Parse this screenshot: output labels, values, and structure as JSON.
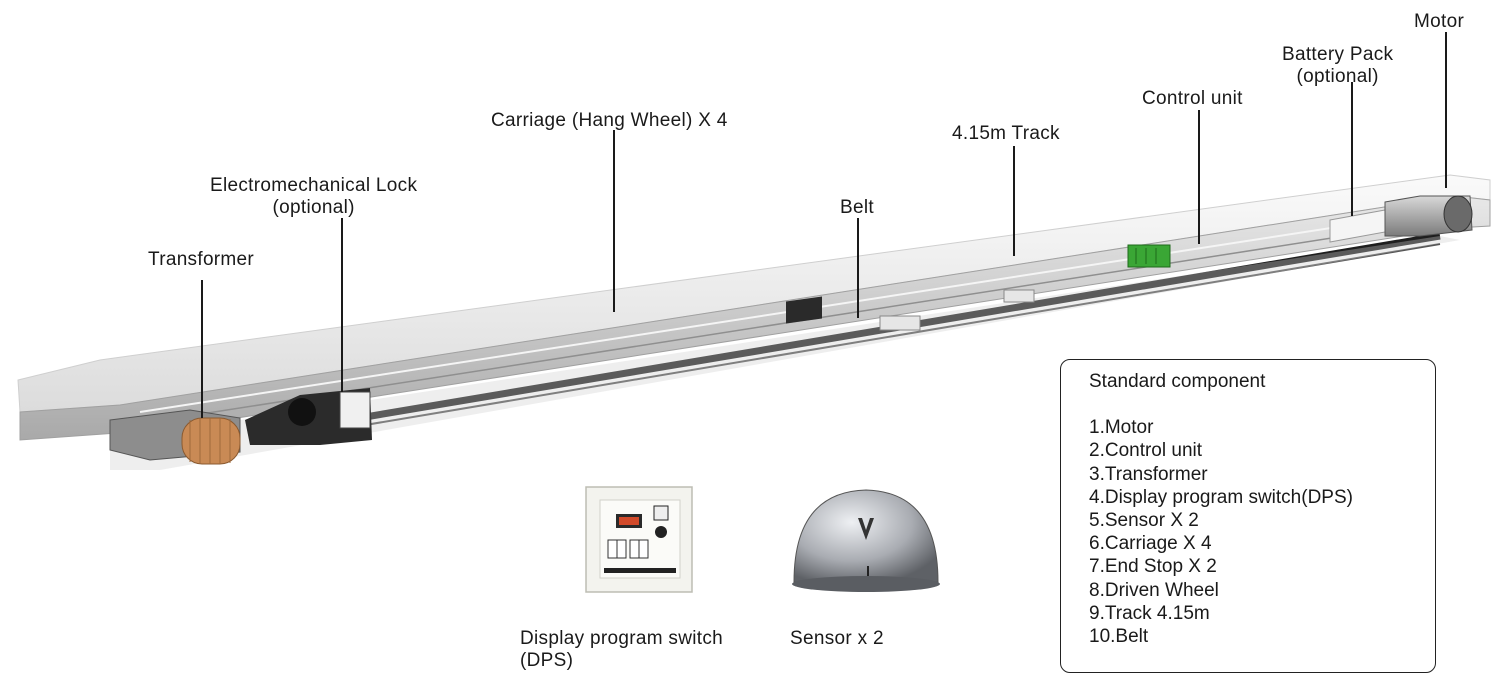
{
  "callouts": {
    "motor": "Motor",
    "battery_pack_line1": "Battery Pack",
    "battery_pack_line2": "(optional)",
    "control_unit": "Control unit",
    "carriage": "Carriage (Hang Wheel) X 4",
    "track": "4.15m Track",
    "lock_line1": "Electromechanical Lock",
    "lock_line2": "(optional)",
    "belt": "Belt",
    "transformer": "Transformer"
  },
  "dps_caption": {
    "line1": "Display program switch",
    "line2": "(DPS)"
  },
  "sensor_caption": "Sensor x 2",
  "standard_component": {
    "title": "Standard component",
    "items": [
      "1.Motor",
      "2.Control unit",
      "3.Transformer",
      "4.Display program switch(DPS)",
      "5.Sensor X 2",
      "6.Carriage X 4",
      "7.End Stop X 2",
      "8.Driven Wheel",
      "9.Track 4.15m",
      "10.Belt"
    ]
  },
  "colors": {
    "track_light": "#f2f2f2",
    "track_shadow": "#b8b8b8",
    "belt": "#1e1e1e",
    "transformer_copper": "#c98a55",
    "terminal_green": "#3aa635",
    "sensor_silver": "#a9acb2",
    "dps_display": "#d24a2a"
  }
}
